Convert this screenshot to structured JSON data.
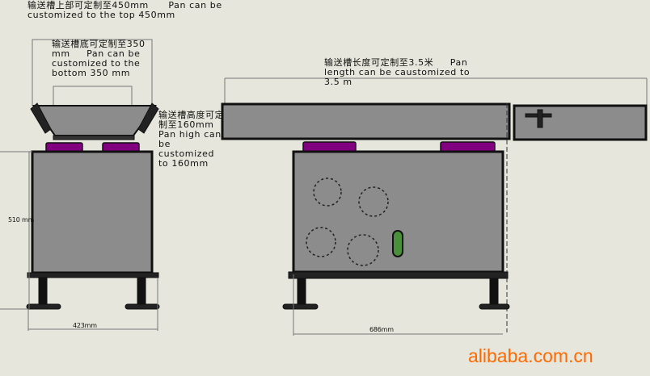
{
  "annotations": {
    "top_width": "输送槽上部可定制至450mm      Pan can be customized to the top 450mm",
    "bottom_width": "输送槽底可定制至350 mm     Pan can be customized to the bottom 350 mm",
    "height": "输送槽高度可定制至160mm Pan high can be customized to 160mm",
    "length": "输送槽长度可定制至3.5米     Pan length can be caustomized to 3.5 m"
  },
  "dimensions": {
    "side_height": "510 mm",
    "side_width": "423mm",
    "front_width": "686mm"
  },
  "watermark": "alibaba.com.cn",
  "colors": {
    "background": "#e6e6dc",
    "body": "#8c8c8c",
    "pads": "#800080",
    "watermark": "#ff6a00"
  }
}
